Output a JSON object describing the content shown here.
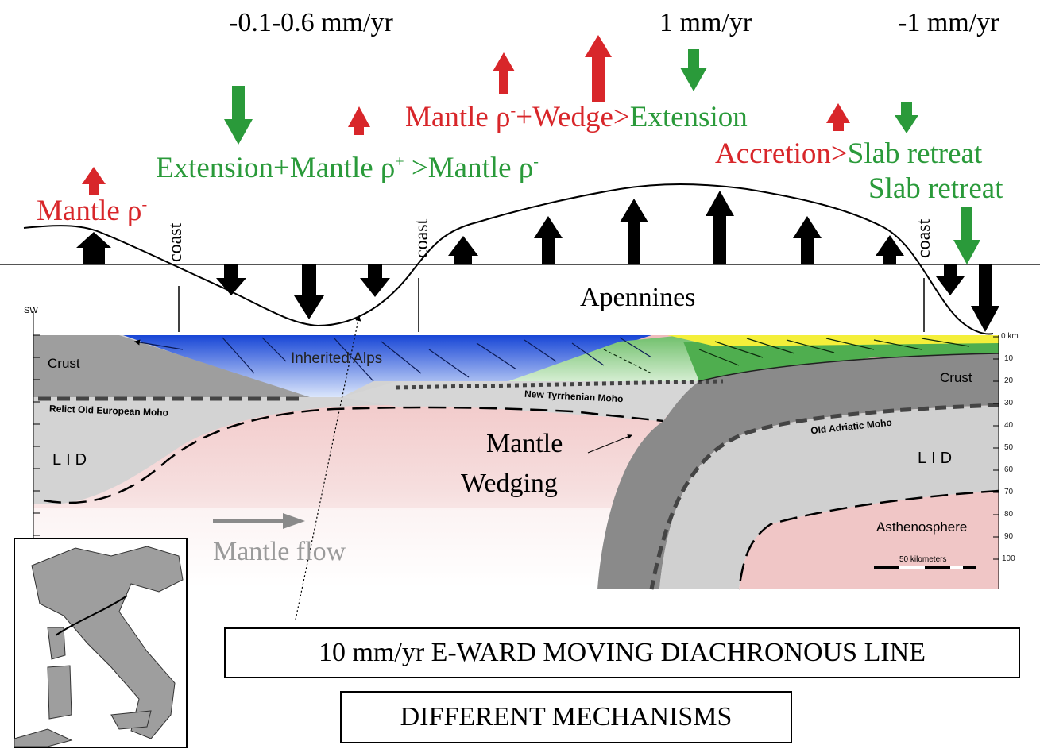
{
  "rates": {
    "left": "-0.1-0.6 mm/yr",
    "center": "1 mm/yr",
    "right": "-1 mm/yr"
  },
  "labels": {
    "mantle_rho_minus": "Mantle ρ",
    "mantle_rho_minus_sup": "-",
    "extension_mantle_part1": "Extension+Mantle ρ",
    "extension_mantle_sup_plus": "+",
    "extension_mantle_part2": " >Mantle ρ",
    "extension_mantle_sup_minus": "-",
    "mantle_wedge_red": "Mantle ρ",
    "mantle_wedge_sup": "-",
    "mantle_wedge_red2": "+Wedge>",
    "mantle_wedge_green": "Extension",
    "accretion_red": "Accretion>",
    "accretion_green": "Slab retreat",
    "slab_retreat": "Slab retreat",
    "coast": "coast",
    "apennines": "Apennines",
    "sw": "SW",
    "crust_left": "Crust",
    "crust_right": "Crust",
    "inherited_alps": "Inherited Alps",
    "relict_moho": "Relict Old European Moho",
    "new_tyrrhenian_moho": "New Tyrrhenian Moho",
    "old_adriatic_moho": "Old Adriatic Moho",
    "lid_left": "LID",
    "lid_right": "LID",
    "mantle_wedging_1": "Mantle",
    "mantle_wedging_2": "Wedging",
    "mantle_flow": "Mantle flow",
    "asthenosphere": "Asthenosphere",
    "scale_bar": "50 kilometers",
    "box1": "10 mm/yr E-WARD MOVING DIACHRONOUS LINE",
    "box2": "DIFFERENT MECHANISMS"
  },
  "depth_axis": [
    "0 km",
    "10",
    "20",
    "30",
    "40",
    "50",
    "60",
    "70",
    "80",
    "90",
    "100"
  ],
  "colors": {
    "red": "#d8262a",
    "green": "#2a9a3a",
    "black": "#000000",
    "crust_gray": "#9b9b9b",
    "lid_gray": "#cfcfcf",
    "mantle_pink": "#f2c9c9",
    "sea_blue": "#1f4fd8",
    "accretion_green": "#5cb85c",
    "yellow": "#f4ef3a"
  }
}
